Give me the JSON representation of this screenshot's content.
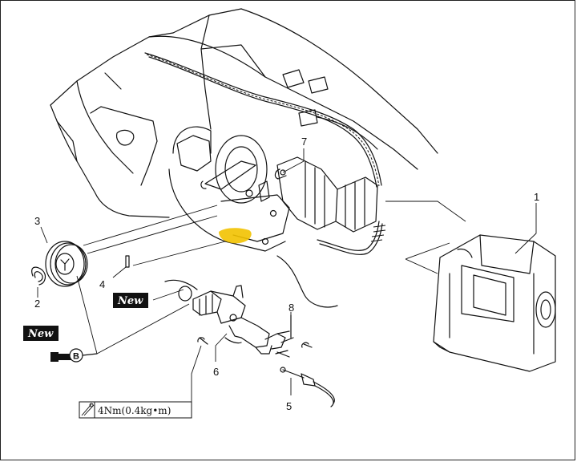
{
  "callouts": {
    "part_1": "1",
    "part_2": "2",
    "part_3": "3",
    "part_4": "4",
    "part_5": "5",
    "part_6": "6",
    "part_7": "7",
    "part_8": "8"
  },
  "badges": {
    "new_oring": "New",
    "new_clip": "New"
  },
  "grease_symbol": {
    "letter": "B"
  },
  "torque_box": {
    "text": "4Nm(0.4kg•m)",
    "icon": "wrench-icon"
  },
  "colors": {
    "highlight": "#f2c200",
    "badge_bg": "#111111",
    "line": "#111111"
  }
}
